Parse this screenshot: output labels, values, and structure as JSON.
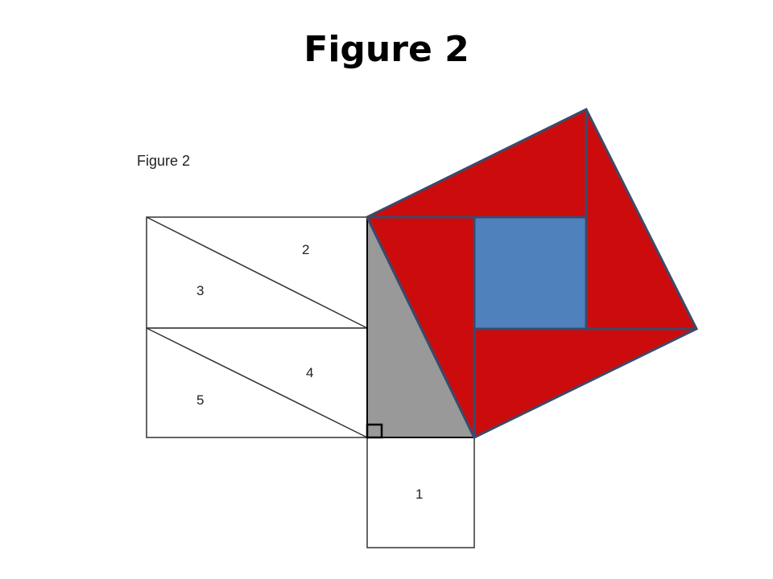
{
  "slide": {
    "title": "Figure 2"
  },
  "figure": {
    "inner_caption": "Figure 2",
    "labels": {
      "piece_1": "1",
      "piece_2": "2",
      "piece_3": "3",
      "piece_4": "4",
      "piece_5": "5"
    },
    "colors": {
      "outer_square_fill": "#cc0c0c",
      "inner_square_fill": "#4f81bd",
      "right_triangle_fill": "#999999",
      "outline_dark": "#000000",
      "outline_blue": "#3b4a6b"
    }
  }
}
